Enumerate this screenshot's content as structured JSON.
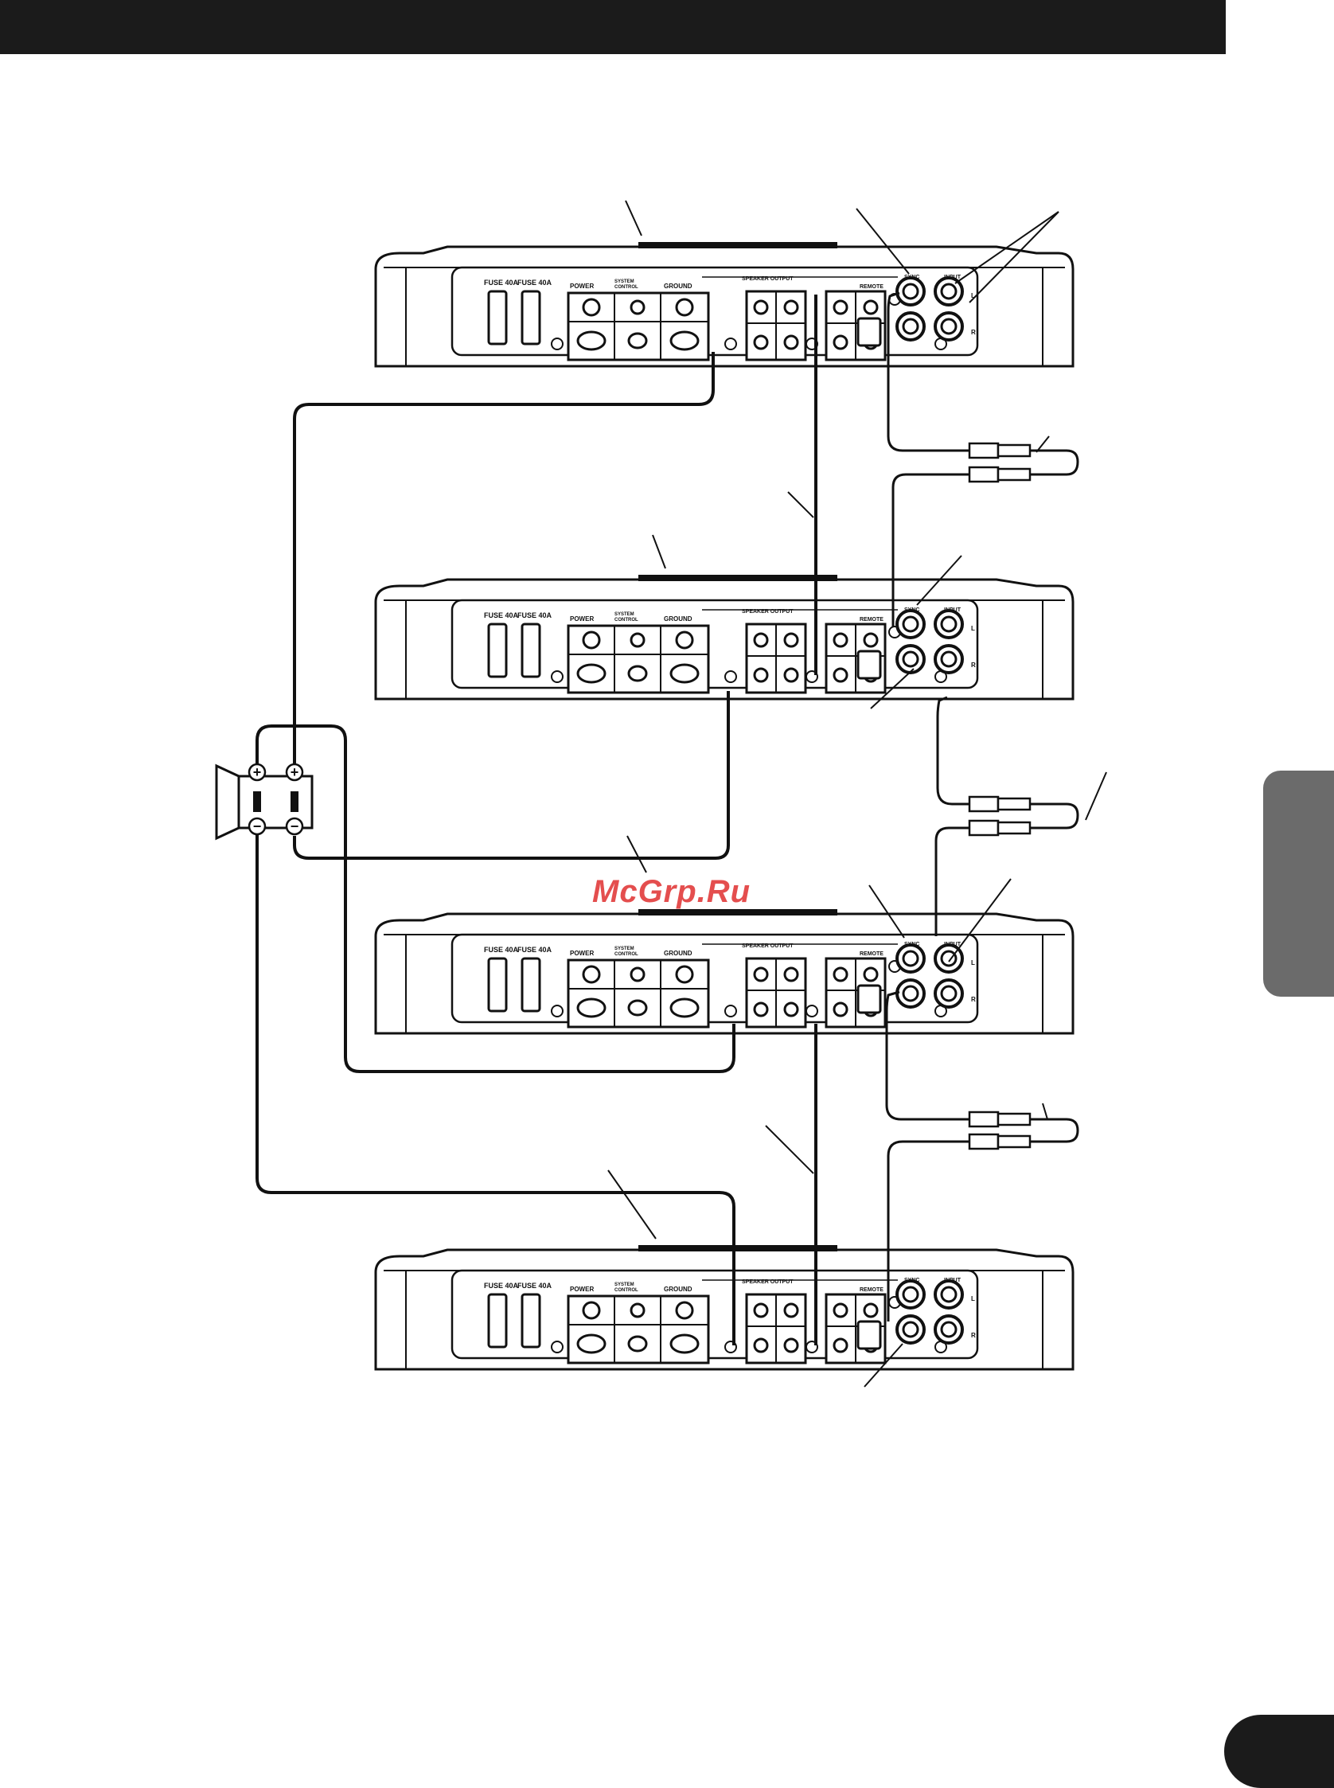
{
  "amp": {
    "fuse_label": "FUSE 40A",
    "power_label": "POWER",
    "system_control_label": "SYSTEM CONTROL",
    "ground_label": "GROUND",
    "speaker_output_label": "SPEAKER OUTPUT",
    "remote_label": "REMOTE",
    "sync_label": "SYNC",
    "input_label": "INPUT",
    "left_label": "L",
    "right_label": "R"
  },
  "watermark": "McGrp.Ru",
  "colors": {
    "bar": "#1b1b1b",
    "tab": "#6b6b6b",
    "watermark": "#e03030"
  }
}
